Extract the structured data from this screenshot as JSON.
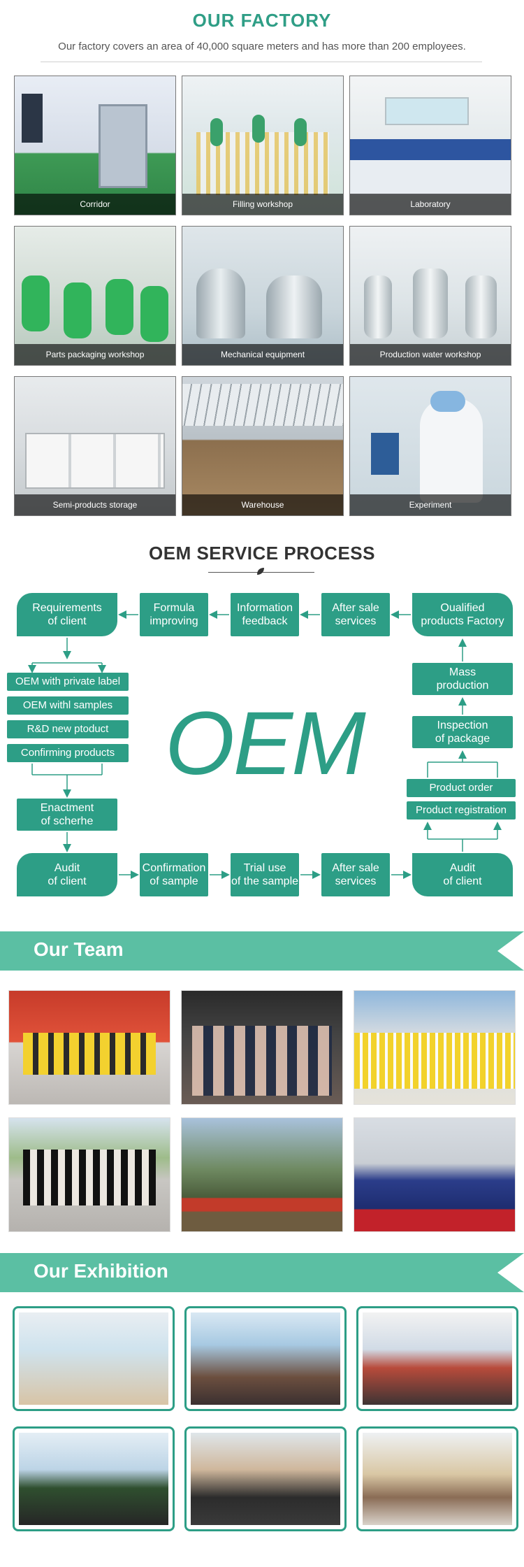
{
  "factory": {
    "title": "OUR FACTORY",
    "subtitle": "Our factory covers an area of 40,000 square meters and has more than 200 employees.",
    "photos": [
      {
        "caption": "Corridor"
      },
      {
        "caption": "Filling workshop"
      },
      {
        "caption": "Laboratory"
      },
      {
        "caption": "Parts packaging workshop"
      },
      {
        "caption": "Mechanical equipment"
      },
      {
        "caption": "Production water workshop"
      },
      {
        "caption": "Semi-products storage"
      },
      {
        "caption": "Warehouse"
      },
      {
        "caption": "Experiment"
      }
    ]
  },
  "oem": {
    "title": "OEM SERVICE PROCESS",
    "big_text": "OEM",
    "top_row": [
      "Requirements\nof client",
      "Formula\nimproving",
      "Information\nfeedback",
      "After sale\nservices",
      "Oualified\nproducts Factory"
    ],
    "left_list": [
      "OEM with private label",
      "OEM withl samples",
      "R&D new ptoduct",
      "Confirming products"
    ],
    "enactment": "Enactment\nof scherhe",
    "right_col": [
      "Mass\nproduction",
      "Inspection\nof package"
    ],
    "right_list": [
      "Product order",
      "Product registration"
    ],
    "bottom_row": [
      "Audit\nof client",
      "Confirmation\nof sample",
      "Trial use\nof the sample",
      "After sale\nservices",
      "Audit\nof client"
    ]
  },
  "team": {
    "title": "Our Team"
  },
  "exhibition": {
    "title": "Our Exhibition"
  },
  "colors": {
    "accent": "#2d9e86",
    "banner": "#5bbfa3"
  }
}
